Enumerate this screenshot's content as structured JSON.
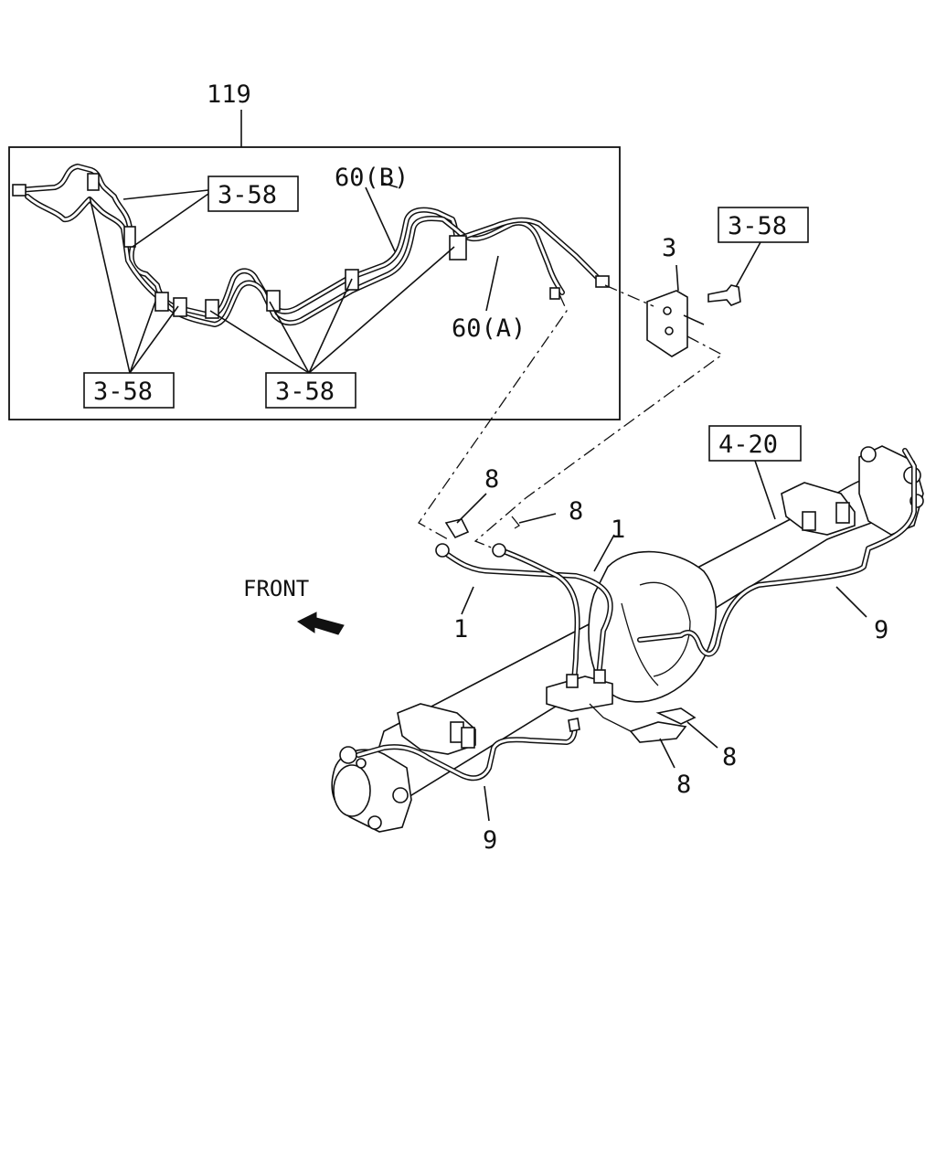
{
  "callouts": {
    "assembly": "119",
    "ref_3_58_top": "3-58",
    "ref_3_58_bracket": "3-58",
    "ref_3_58_left": "3-58",
    "ref_3_58_center": "3-58",
    "ref_4_20": "4-20",
    "pipe_60b": "60(B)",
    "pipe_60a": "60(A)",
    "bracket_3": "3",
    "clip_8_a": "8",
    "clip_8_b": "8",
    "clip_8_c": "8",
    "clip_8_d": "8",
    "hose_1_a": "1",
    "hose_1_b": "1",
    "pipe_9_right": "9",
    "pipe_9_left": "9"
  },
  "front_label": "FRONT",
  "icons": {
    "front_arrow": "arrow-left-icon"
  }
}
